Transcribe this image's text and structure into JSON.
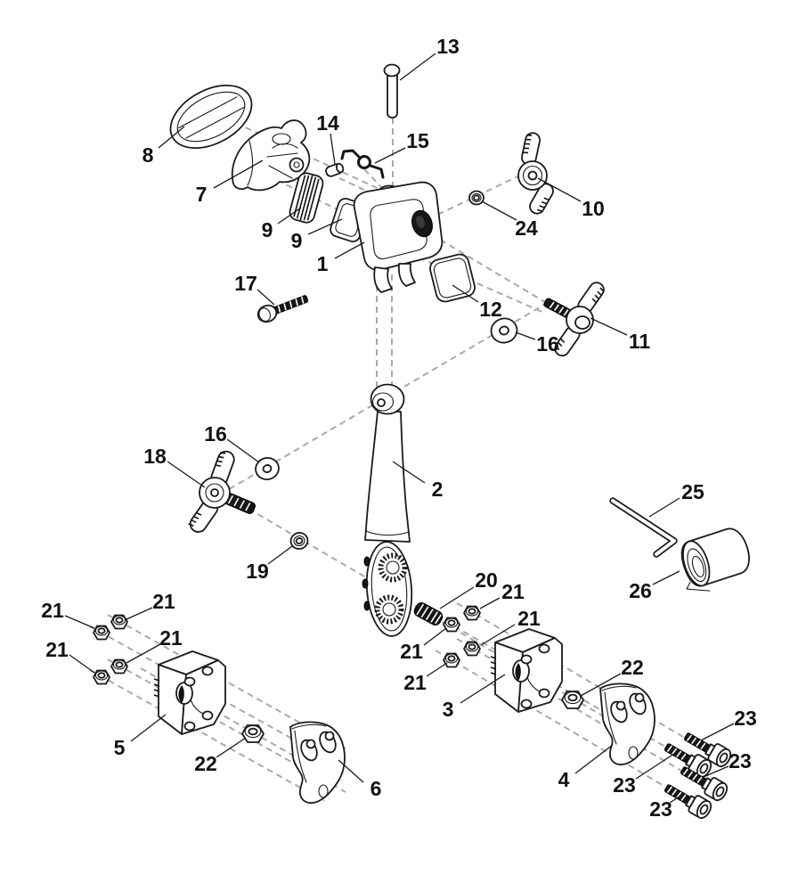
{
  "diagram": {
    "type": "exploded-parts-diagram",
    "background_color": "#ffffff",
    "ink_color": "#1a1a1a",
    "axis_dash_color": "#a9a9a9",
    "dark_part_color": "#161616"
  },
  "callouts": [
    {
      "text": "13"
    },
    {
      "text": "8"
    },
    {
      "text": "14"
    },
    {
      "text": "15"
    },
    {
      "text": "7"
    },
    {
      "text": "10"
    },
    {
      "text": "9"
    },
    {
      "text": "9"
    },
    {
      "text": "24"
    },
    {
      "text": "1"
    },
    {
      "text": "17"
    },
    {
      "text": "12"
    },
    {
      "text": "16"
    },
    {
      "text": "11"
    },
    {
      "text": "16"
    },
    {
      "text": "18"
    },
    {
      "text": "2"
    },
    {
      "text": "25"
    },
    {
      "text": "19"
    },
    {
      "text": "26"
    },
    {
      "text": "20"
    },
    {
      "text": "21"
    },
    {
      "text": "21"
    },
    {
      "text": "21"
    },
    {
      "text": "21"
    },
    {
      "text": "3"
    },
    {
      "text": "22"
    },
    {
      "text": "4"
    },
    {
      "text": "23"
    },
    {
      "text": "23"
    },
    {
      "text": "23"
    },
    {
      "text": "23"
    },
    {
      "text": "21"
    },
    {
      "text": "21"
    },
    {
      "text": "21"
    },
    {
      "text": "21"
    },
    {
      "text": "5"
    },
    {
      "text": "22"
    },
    {
      "text": "6"
    }
  ]
}
